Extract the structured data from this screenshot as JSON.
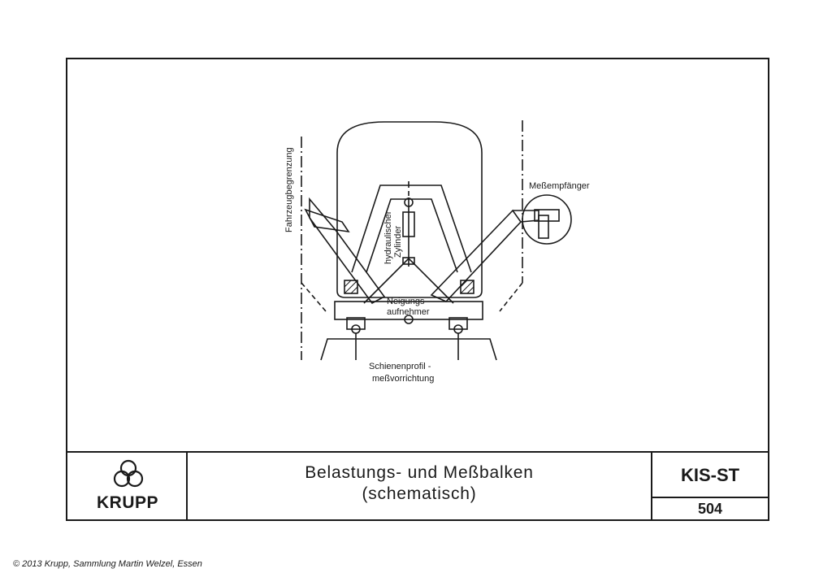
{
  "diagram": {
    "labels": {
      "vehicle_limit": "Fahrzeugbegrenzung",
      "hydraulic": "hydraulischer",
      "cylinder": "Zylinder",
      "receiver": "Meßempfänger",
      "tilt_1": "Neigungs-",
      "tilt_2": "aufnehmer",
      "rail_1": "Schienenprofil -",
      "rail_2": "meßvorrichtung"
    }
  },
  "title_block": {
    "logo_text": "KRUPP",
    "title_line1": "Belastungs- und Meßbalken",
    "title_line2": "(schematisch)",
    "code": "KIS-ST",
    "number": "504"
  },
  "footer": {
    "copyright": "© 2013 Krupp, Sammlung Martin Welzel, Essen"
  }
}
